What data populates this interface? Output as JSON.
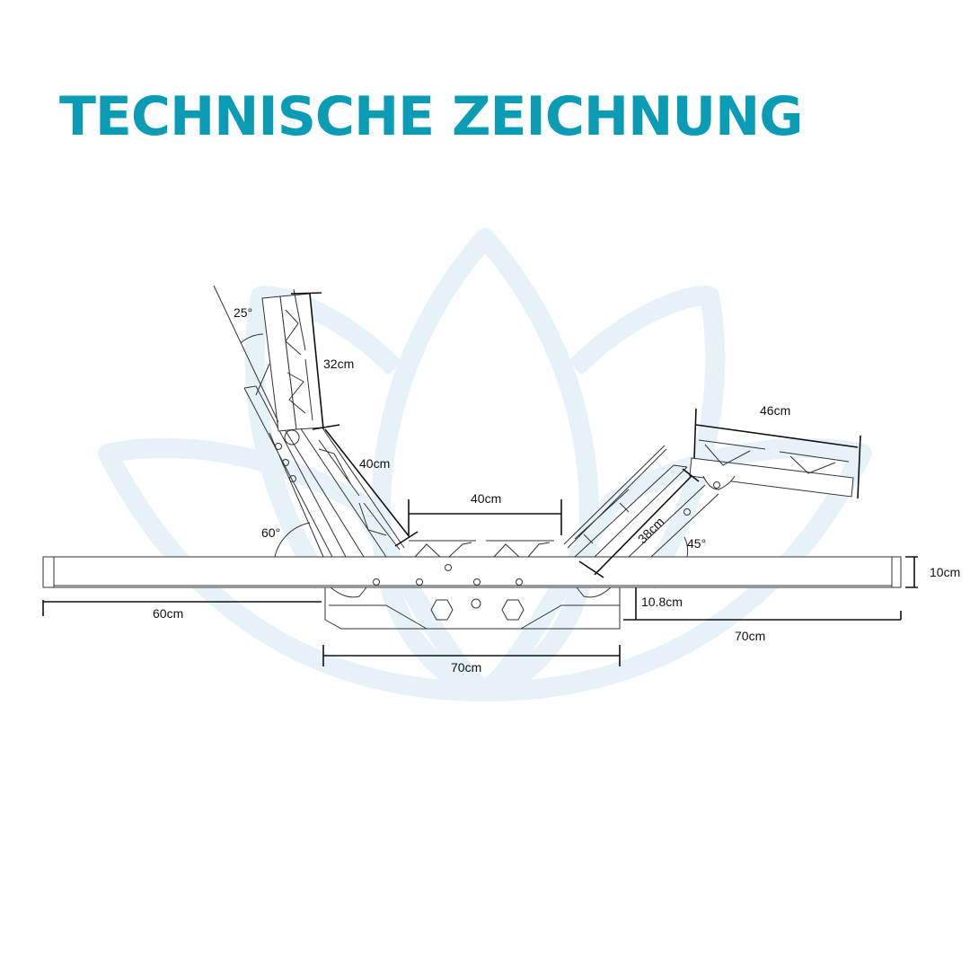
{
  "title": "TECHNISCHE ZEICHNUNG",
  "colors": {
    "accent": "#0a9bb5",
    "watermark": "#e6f2f7",
    "line": "#333333"
  },
  "watermark_icon": "lotus-icon",
  "dimensions": {
    "backrest_angle": "25°",
    "backrest_top_length": "32cm",
    "backrest_lower_length": "40cm",
    "backrest_base_angle": "60°",
    "seat_length": "40cm",
    "leg_lower_length": "38cm",
    "leg_angle": "45°",
    "leg_upper_length": "46cm",
    "frame_height": "10cm",
    "base_height": "10.8cm",
    "left_width": "60cm",
    "right_width": "70cm",
    "base_width": "70cm"
  }
}
